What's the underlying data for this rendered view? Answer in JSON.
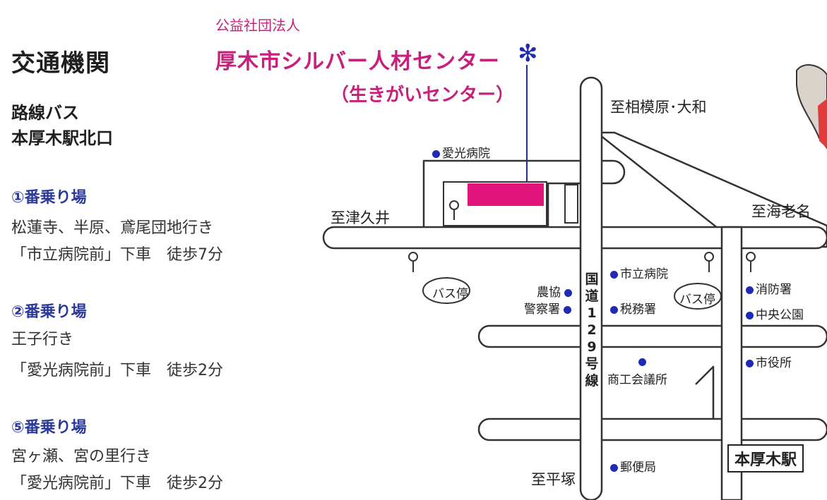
{
  "left": {
    "heading": "交通機関",
    "route_type": "路線バス",
    "route_origin": "本厚木駅北口",
    "stops": [
      {
        "label": "①番乗り場",
        "lines": [
          "松蓮寺、半原、鳶尾団地行き",
          "「市立病院前」下車　徒歩7分"
        ]
      },
      {
        "label": "②番乗り場",
        "lines": [
          "王子行き",
          "「愛光病院前」下車　徒歩2分"
        ]
      },
      {
        "label": "⑤番乗り場",
        "lines": [
          "宮ヶ瀬、宮の里行き",
          "「愛光病院前」下車　徒歩2分"
        ]
      }
    ]
  },
  "org": {
    "sub": "公益社団法人",
    "name": "厚木市シルバー人材センター",
    "marker": "✻",
    "alias": "（生きがいセンター）"
  },
  "map": {
    "directions": {
      "north": "至相模原･大和",
      "west": "至津久井",
      "east": "至海老名",
      "south": "至平塚"
    },
    "route_label": "国道129号線",
    "bus_stop": "バス停",
    "station": "本厚木駅",
    "places": {
      "aiko": "愛光病院",
      "nokyo": "農協",
      "police": "警察署",
      "city_hospital": "市立病院",
      "tax": "税務署",
      "fire": "消防署",
      "park": "中央公園",
      "city_hall": "市役所",
      "chamber": "商工会議所",
      "post": "郵便局"
    }
  },
  "colors": {
    "accent": "#c8207a",
    "building": "#e0147a",
    "marker": "#1f2ab5",
    "stop_label": "#2b3a9a"
  }
}
